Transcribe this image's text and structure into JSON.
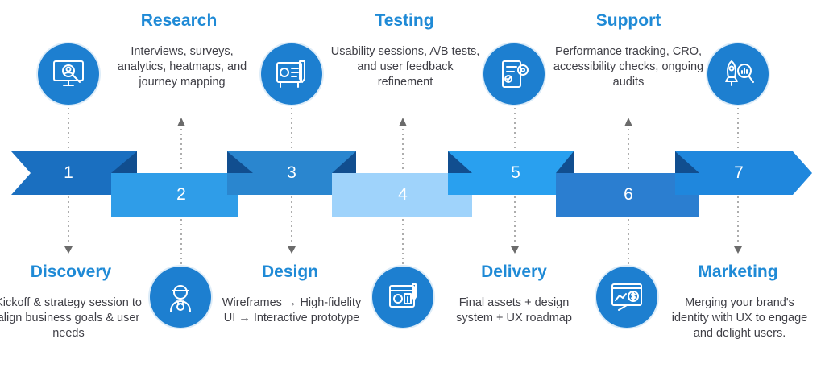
{
  "steps": [
    {
      "number": "1",
      "title": "Discovery",
      "description": "Kickoff & strategy session to align business goals & user needs",
      "icon": "web-research-icon"
    },
    {
      "number": "2",
      "title": "Research",
      "description": "Interviews, surveys, analytics, heatmaps, and journey mapping",
      "icon": "user-headset-icon"
    },
    {
      "number": "3",
      "title": "Design",
      "description": "Wireframes → High-fidelity UI → Interactive prototype",
      "icon": "design-board-icon"
    },
    {
      "number": "4",
      "title": "Testing",
      "description": "Usability sessions, A/B tests, and user feedback refinement",
      "icon": "testing-lab-icon"
    },
    {
      "number": "5",
      "title": "Delivery",
      "description": "Final assets + design system + UX roadmap",
      "icon": "document-checklist-icon"
    },
    {
      "number": "6",
      "title": "Support",
      "description": "Performance tracking, CRO, accessibility checks, ongoing audits",
      "icon": "analytics-dollar-icon"
    },
    {
      "number": "7",
      "title": "Marketing",
      "description": "Merging your brand's identity with UX to engage and delight users.",
      "icon": "rocket-search-icon"
    }
  ],
  "colors": {
    "up_band": [
      "#1a6fc0",
      "#2a86cf",
      "#1f87dd"
    ],
    "down_band": [
      "#2f9de8",
      "#9fd3fb",
      "#2b7ed0"
    ],
    "fold": "#114e8f",
    "circle": "#1d7fd0",
    "title": "#1f8ad6",
    "text": "#3f3f46"
  }
}
